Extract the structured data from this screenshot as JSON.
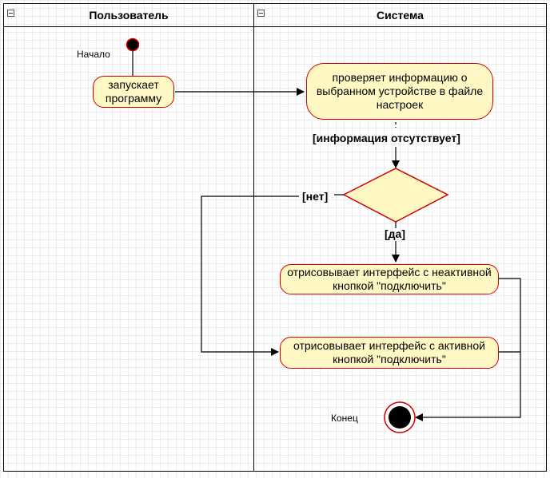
{
  "lanes": {
    "user": {
      "title": "Пользователь"
    },
    "system": {
      "title": "Система"
    }
  },
  "nodes": {
    "start_label": "Начало",
    "launch": "запускает программу",
    "check": "проверяет информацию о выбранном устройстве в файле настроек",
    "draw_inactive": "отрисовывает интерфейс с неактивной кнопкой \"подключить\"",
    "draw_active": "отрисовывает интерфейс с активной кнопкой \"подключить\"",
    "end_label": "Конец"
  },
  "guards": {
    "info_missing": "[информация отсутствует]",
    "no": "[нет]",
    "yes": "[да]"
  },
  "colors": {
    "node_fill": "#fff8c4",
    "node_border": "#d40000",
    "decision_fill": "#fff8c4",
    "line": "#000000"
  }
}
